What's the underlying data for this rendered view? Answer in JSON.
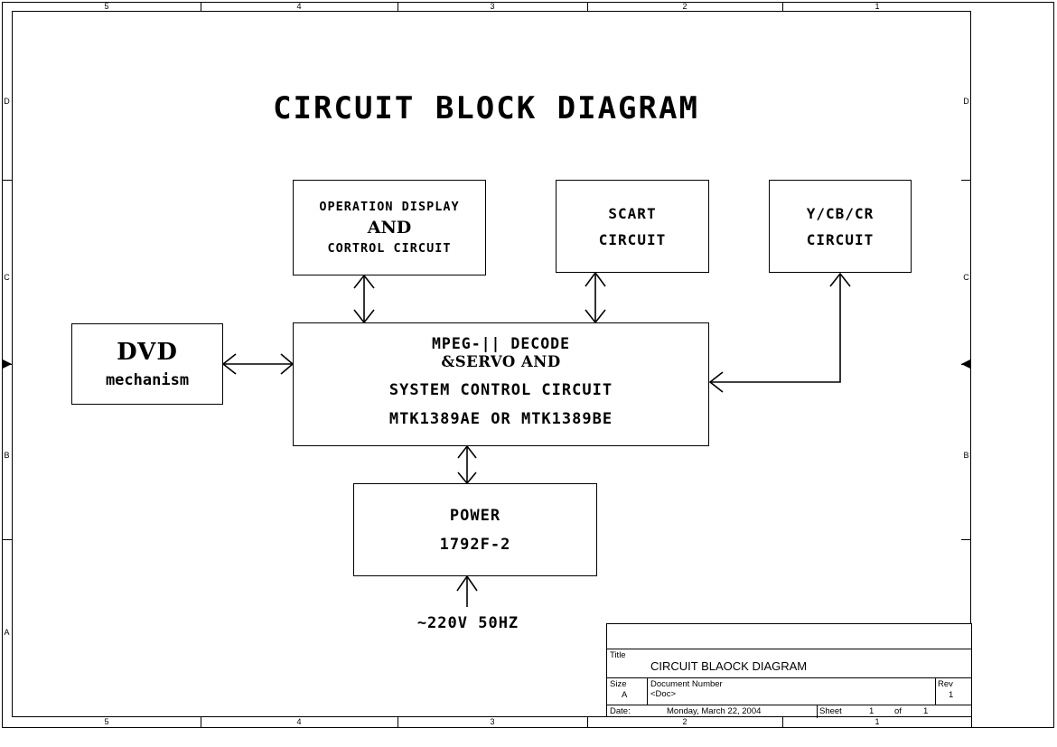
{
  "sheet": {
    "title": "CIRCUIT BLOCK DIAGRAM",
    "background_color": "#ffffff",
    "line_color": "#000000"
  },
  "frame": {
    "columns": [
      "5",
      "4",
      "3",
      "2",
      "1"
    ],
    "rows": [
      "D",
      "C",
      "B",
      "A"
    ]
  },
  "blocks": {
    "operation_display": {
      "line1": "OPERATION DISPLAY",
      "line2": "AND",
      "line3": "CORTROL CIRCUIT"
    },
    "scart": {
      "line1": "SCART",
      "line2": "CIRCUIT"
    },
    "ycbcr": {
      "line1": "Y/CB/CR",
      "line2": "CIRCUIT"
    },
    "dvd": {
      "line1": "DVD",
      "line2": "mechanism"
    },
    "mpeg": {
      "line1": "MPEG-|| DECODE",
      "line2": "&SERVO AND",
      "line3": "SYSTEM CONTROL CIRCUIT",
      "line4": "MTK1389AE OR MTK1389BE"
    },
    "power": {
      "line1": "POWER",
      "line2": "1792F-2"
    }
  },
  "labels": {
    "mains": "~220V 50HZ"
  },
  "title_block": {
    "title_label": "Title",
    "title_value": "CIRCUIT BLAOCK DIAGRAM",
    "size_label": "Size",
    "size_value": "A",
    "document_number_label": "Document Number",
    "document_number_value": "<Doc>",
    "rev_label": "Rev",
    "rev_value": "1",
    "date_label": "Date:",
    "date_value": "Monday, March 22, 2004",
    "sheet_label": "Sheet",
    "sheet_number": "1",
    "sheet_of_label": "of",
    "sheet_total": "1"
  }
}
